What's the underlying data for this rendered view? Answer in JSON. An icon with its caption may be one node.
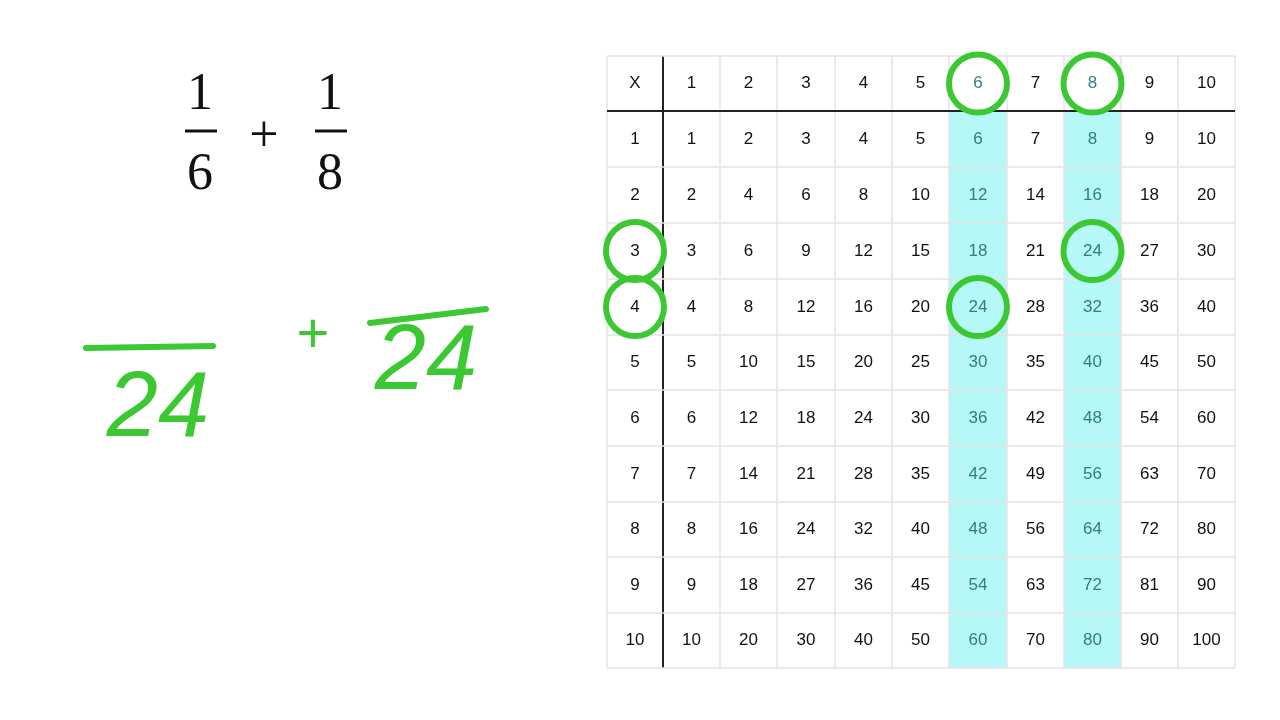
{
  "diagram": {
    "labels": [
      "1",
      "6",
      "+",
      "1",
      "8",
      "24",
      "+",
      "24",
      "X",
      "1",
      "2",
      "3",
      "4",
      "5",
      "6",
      "7",
      "8",
      "9",
      "10",
      "1",
      "1",
      "2",
      "3",
      "4",
      "5",
      "6",
      "7",
      "8",
      "9",
      "10",
      "2",
      "2",
      "4",
      "6",
      "8",
      "10",
      "12",
      "14",
      "16",
      "18",
      "20",
      "3",
      "3",
      "6",
      "9",
      "12",
      "15",
      "18",
      "21",
      "24",
      "27",
      "30",
      "4",
      "4",
      "8",
      "12",
      "16",
      "20",
      "24",
      "28",
      "32",
      "36",
      "40",
      "5",
      "5",
      "10",
      "15",
      "20",
      "25",
      "30",
      "35",
      "40",
      "45",
      "50",
      "6",
      "6",
      "12",
      "18",
      "24",
      "30",
      "36",
      "42",
      "48",
      "54",
      "60",
      "7",
      "7",
      "14",
      "21",
      "28",
      "35",
      "42",
      "49",
      "56",
      "63",
      "70",
      "8",
      "8",
      "16",
      "24",
      "32",
      "40",
      "48",
      "56",
      "64",
      "72",
      "80",
      "9",
      "9",
      "18",
      "27",
      "36",
      "45",
      "54",
      "63",
      "72",
      "81",
      "90",
      "10",
      "10",
      "20",
      "30",
      "40",
      "50",
      "60",
      "70",
      "80",
      "90",
      "100"
    ]
  }
}
